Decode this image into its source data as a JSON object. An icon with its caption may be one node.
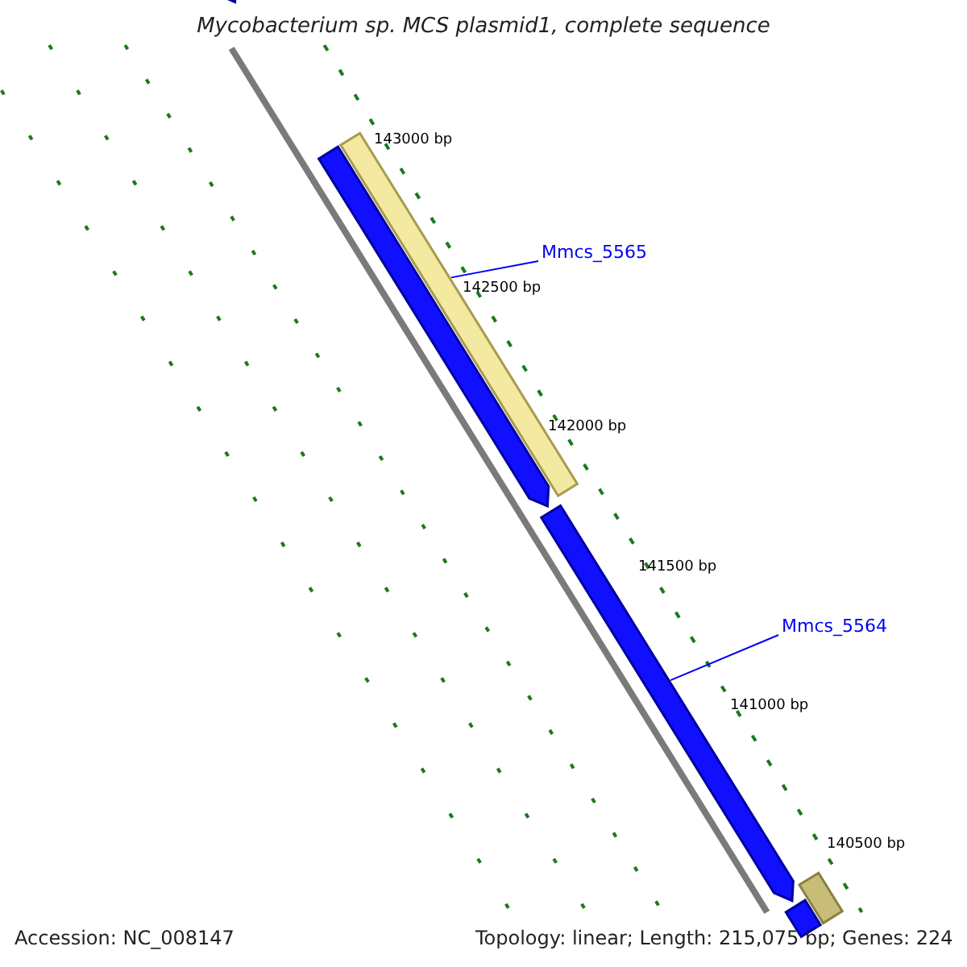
{
  "diagram": {
    "title": "Mycobacterium sp. MCS plasmid1, complete sequence",
    "nodes": [
      {
        "text": [],
        "shape": "arrow"
      },
      {
        "text": [],
        "shape": "bar"
      },
      {
        "text": [
          "Mmcs_5565"
        ]
      },
      {
        "text": [],
        "shape": "arrow"
      },
      {
        "text": [],
        "shape": "arrow"
      },
      {
        "text": [
          "Mmcs_5564"
        ]
      },
      {
        "text": [],
        "shape": "bar"
      },
      {
        "text": [],
        "shape": "bar"
      }
    ],
    "edges": [
      {
        "from": 2,
        "to": 1,
        "arrow": "none"
      },
      {
        "from": 5,
        "to": 4,
        "arrow": "none"
      }
    ],
    "labels": [
      "143000 bp",
      "142500 bp",
      "142000 bp",
      "141500 bp",
      "141000 bp",
      "140500 bp",
      "Accession: NC_008147",
      "Topology: linear; Length: 215,075 bp; Genes: 224"
    ]
  }
}
